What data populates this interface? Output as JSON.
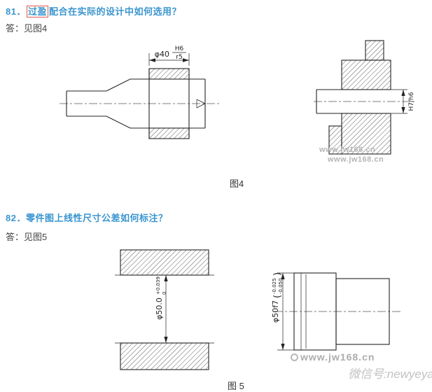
{
  "colors": {
    "question_blue": "#3a95cf",
    "body_text": "#444444",
    "line": "#222222",
    "watermark_gray": "#b5b5b5",
    "highlight_red": "#e05a4e"
  },
  "q81": {
    "number_prefix": "81．",
    "highlight": "过盈",
    "question_rest": "配合在实际的设计中如何选用？",
    "answer": "答：见图4",
    "caption": "图4"
  },
  "fig4": {
    "dim_value": "φ40",
    "dim_upper": "H6",
    "dim_lower": "r5",
    "fit_label": "H7/h6",
    "watermark_line1": "www.jw168.cn",
    "watermark_line2": "www.jw168.cn"
  },
  "q82": {
    "question": "82．零件图上线性尺寸公差如何标注？",
    "answer": "答：见图5",
    "caption": "图 5"
  },
  "fig5": {
    "bore_dim": "φ50.0",
    "bore_tol_upper": "+0.039",
    "bore_tol_lower": "0",
    "shaft_dim": "φ50f7",
    "shaft_paren_open": "(",
    "shaft_tol_upper": "-0.025",
    "shaft_tol_lower": "-0.050",
    "shaft_paren_close": ")",
    "watermark": "www.jw168.cn",
    "watermark_wechat": "微信号:newyeya"
  }
}
